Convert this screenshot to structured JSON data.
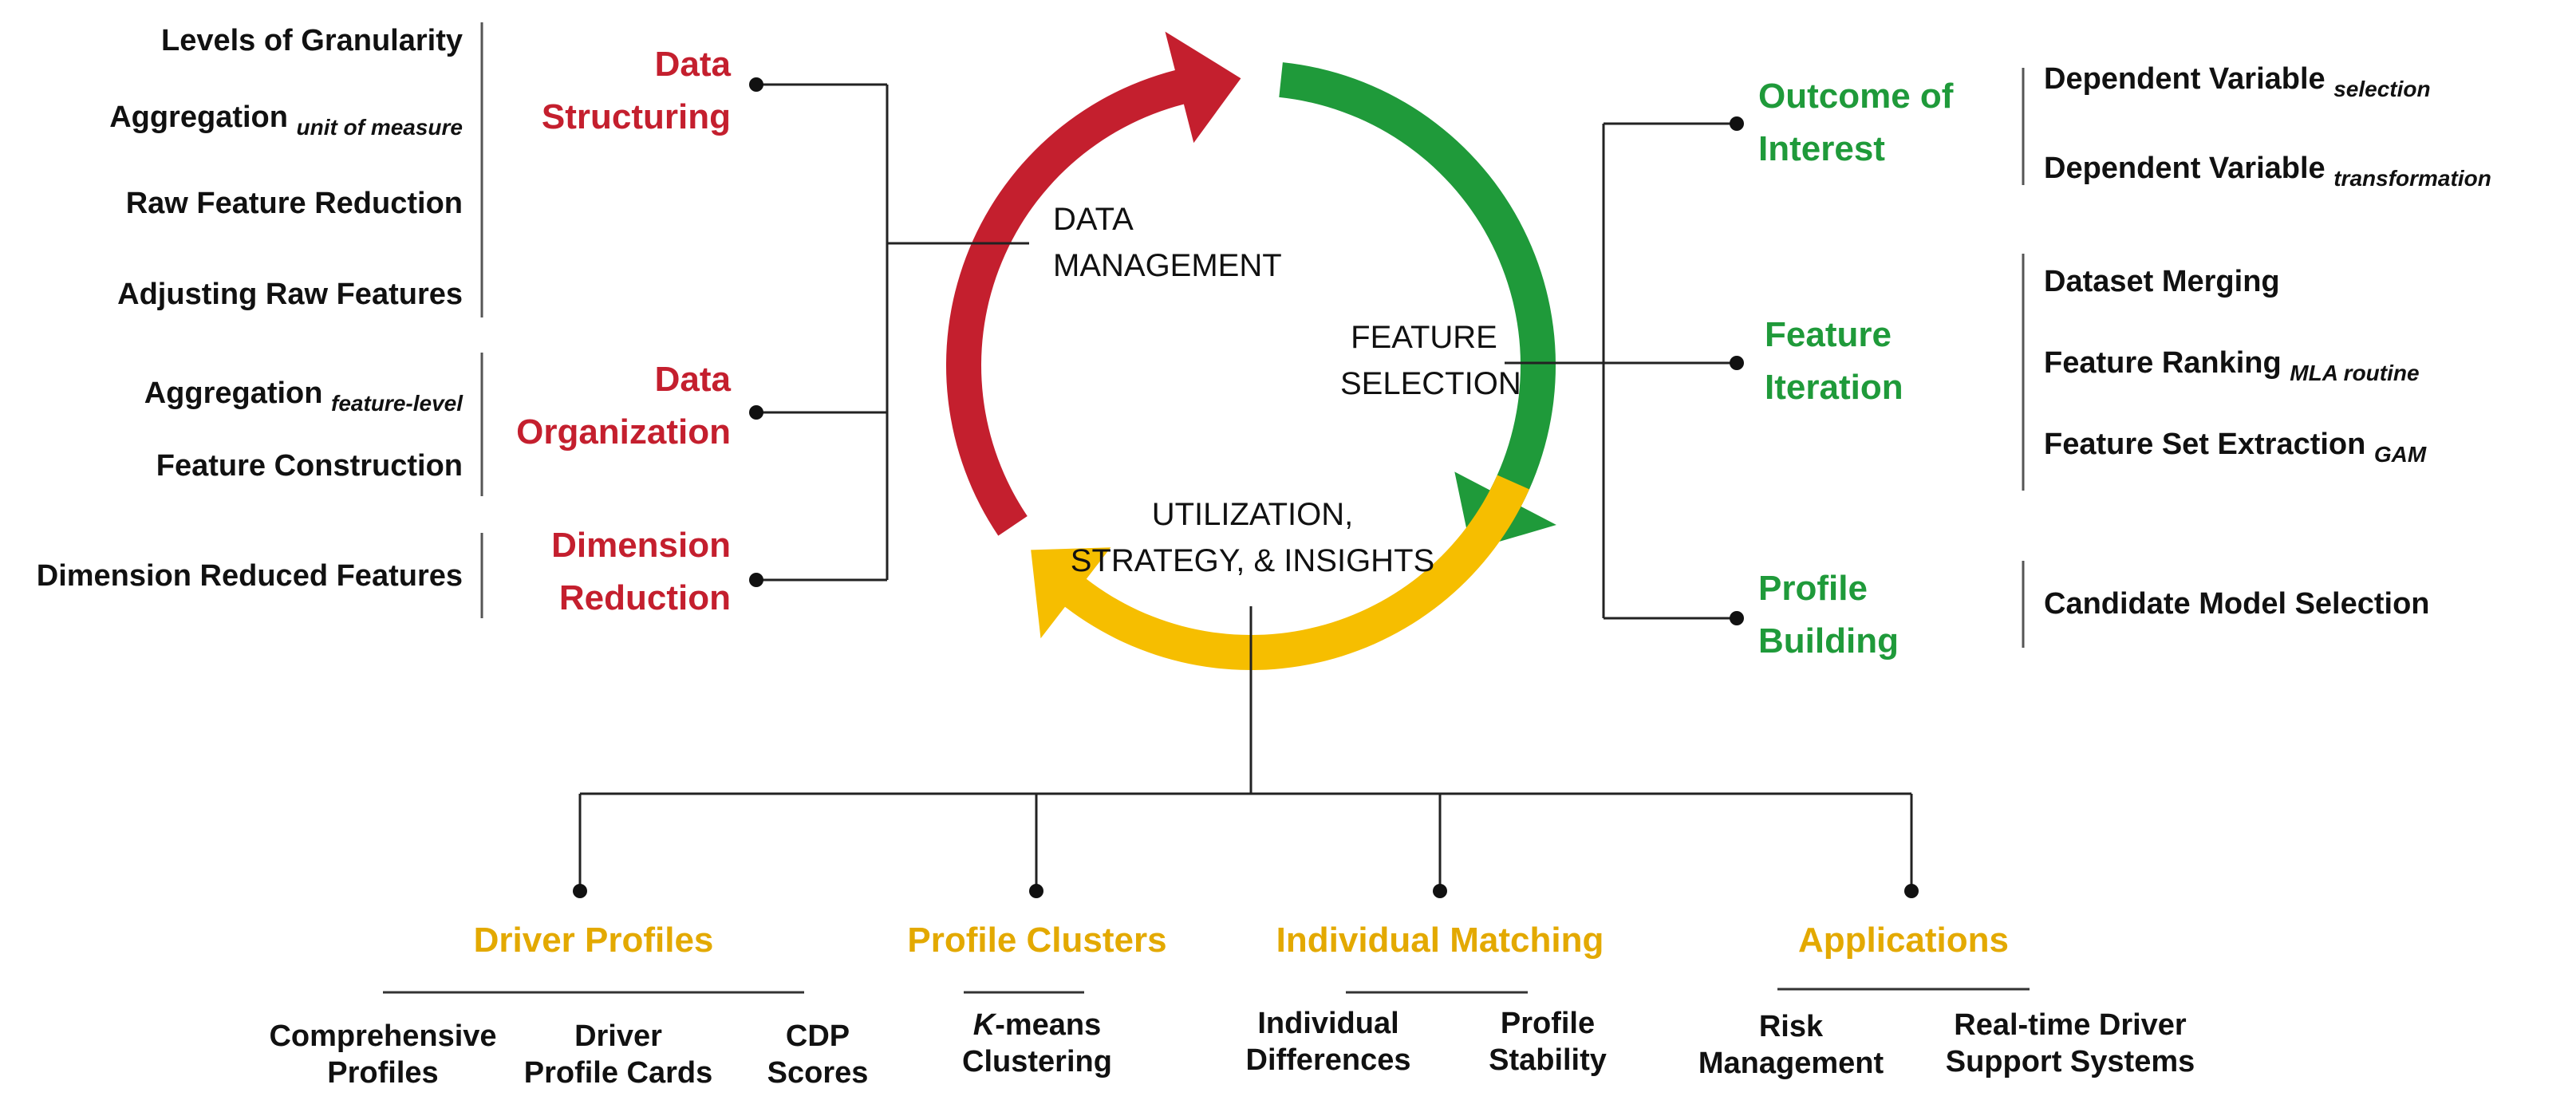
{
  "colors": {
    "red": "#c41f2e",
    "green": "#1f9a3a",
    "gold": "#f6be00",
    "line": "#222222"
  },
  "cycle": {
    "data_management": [
      "DATA",
      "MANAGEMENT"
    ],
    "feature_selection": [
      "FEATURE",
      "SELECTION"
    ],
    "utilization": [
      "UTILIZATION,",
      "STRATEGY, & INSIGHTS"
    ]
  },
  "left": {
    "data_structuring": {
      "title": [
        "Data",
        "Structuring"
      ],
      "items": [
        {
          "text": "Levels of Granularity",
          "sub": ""
        },
        {
          "text": "Aggregation ",
          "sub": "unit of measure"
        },
        {
          "text": "Raw Feature Reduction",
          "sub": ""
        },
        {
          "text": "Adjusting Raw Features",
          "sub": ""
        }
      ]
    },
    "data_organization": {
      "title": [
        "Data",
        "Organization"
      ],
      "items": [
        {
          "text": "Aggregation ",
          "sub": "feature-level"
        },
        {
          "text": "Feature Construction",
          "sub": ""
        }
      ]
    },
    "dimension_reduction": {
      "title": [
        "Dimension",
        "Reduction"
      ],
      "items": [
        {
          "text": "Dimension Reduced Features",
          "sub": ""
        }
      ]
    }
  },
  "right": {
    "outcome_of_interest": {
      "title": [
        "Outcome of",
        "Interest"
      ],
      "items": [
        {
          "text": "Dependent Variable ",
          "sub": "selection"
        },
        {
          "text": "Dependent Variable ",
          "sub": "transformation"
        }
      ]
    },
    "feature_iteration": {
      "title": [
        "Feature",
        "Iteration"
      ],
      "items": [
        {
          "text": "Dataset Merging",
          "sub": ""
        },
        {
          "text": "Feature Ranking ",
          "sub": "MLA routine"
        },
        {
          "text": "Feature Set Extraction ",
          "sub": "GAM"
        }
      ]
    },
    "profile_building": {
      "title": [
        "Profile",
        "Building"
      ],
      "items": [
        {
          "text": "Candidate Model Selection",
          "sub": ""
        }
      ]
    }
  },
  "bottom": {
    "driver_profiles": {
      "title": "Driver Profiles",
      "items": [
        [
          "Comprehensive",
          "Profiles"
        ],
        [
          "Driver",
          "Profile Cards"
        ],
        [
          "CDP",
          "Scores"
        ]
      ]
    },
    "profile_clusters": {
      "title": "Profile Clusters",
      "items": [
        [
          "K",
          "-means",
          "Clustering"
        ]
      ]
    },
    "individual_matching": {
      "title": "Individual Matching",
      "items": [
        [
          "Individual",
          "Differences"
        ],
        [
          "Profile",
          "Stability"
        ]
      ]
    },
    "applications": {
      "title": "Applications",
      "items": [
        [
          "Risk",
          "Management"
        ],
        [
          "Real-time Driver",
          "Support Systems"
        ]
      ]
    }
  }
}
